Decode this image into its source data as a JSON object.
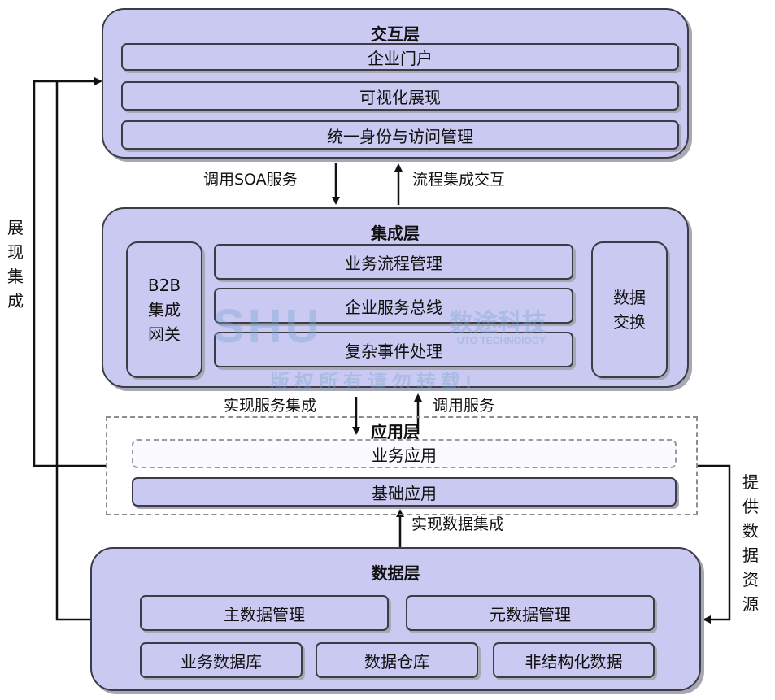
{
  "interaction_layer": {
    "title": "交互层",
    "items": [
      "企业门户",
      "可视化展现",
      "统一身份与访问管理"
    ]
  },
  "integration_layer": {
    "title": "集成层",
    "left_box": [
      "B2B",
      "集成",
      "网关"
    ],
    "items": [
      "业务流程管理",
      "企业服务总线",
      "复杂事件处理"
    ],
    "right_box": [
      "数据",
      "交换"
    ]
  },
  "application_layer": {
    "title": "应用层",
    "items": [
      "业务应用",
      "基础应用"
    ]
  },
  "data_layer": {
    "title": "数据层",
    "row1": [
      "主数据管理",
      "元数据管理"
    ],
    "row2": [
      "业务数据库",
      "数据仓库",
      "非结构化数据"
    ]
  },
  "connectors": {
    "call_soa": "调用SOA服务",
    "process_integration": "流程集成交互",
    "implement_service_integration": "实现服务集成",
    "call_service": "调用服务",
    "implement_data_integration": "实现数据集成",
    "presentation_integration": "展现集成",
    "provide_data_resources": "提供数据资源"
  },
  "watermark": {
    "brand": "SHU",
    "cn_name": "数途科技",
    "en_name": "UTO TECHNOIOGY",
    "notice": "版权所有请勿转载!"
  },
  "colors": {
    "layer_fill": "#c9c9f1",
    "border": "#3c3c46",
    "watermark": "#7aa7d6"
  }
}
